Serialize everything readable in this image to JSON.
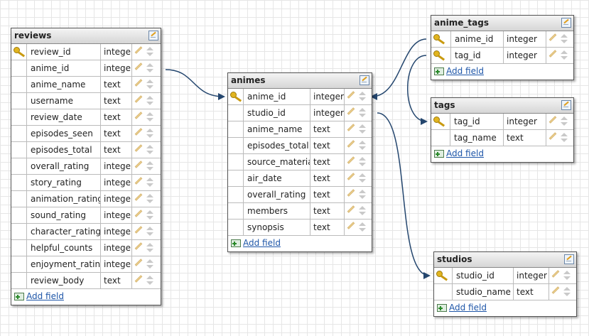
{
  "tables": {
    "reviews": {
      "title": "reviews",
      "add_label": "Add field",
      "fields": [
        {
          "name": "review_id",
          "type": "integer",
          "pk": true
        },
        {
          "name": "anime_id",
          "type": "integer",
          "pk": false
        },
        {
          "name": "anime_name",
          "type": "text",
          "pk": false
        },
        {
          "name": "username",
          "type": "text",
          "pk": false
        },
        {
          "name": "review_date",
          "type": "text",
          "pk": false
        },
        {
          "name": "episodes_seen",
          "type": "text",
          "pk": false
        },
        {
          "name": "episodes_total",
          "type": "text",
          "pk": false
        },
        {
          "name": "overall_rating",
          "type": "integer",
          "pk": false
        },
        {
          "name": "story_rating",
          "type": "integer",
          "pk": false
        },
        {
          "name": "animation_rating",
          "type": "integer",
          "pk": false
        },
        {
          "name": "sound_rating",
          "type": "integer",
          "pk": false
        },
        {
          "name": "character_rating",
          "type": "integer",
          "pk": false
        },
        {
          "name": "helpful_counts",
          "type": "integer",
          "pk": false
        },
        {
          "name": "enjoyment_rating",
          "type": "integer",
          "pk": false
        },
        {
          "name": "review_body",
          "type": "text",
          "pk": false
        }
      ]
    },
    "animes": {
      "title": "animes",
      "add_label": "Add field",
      "fields": [
        {
          "name": "anime_id",
          "type": "integer",
          "pk": true
        },
        {
          "name": "studio_id",
          "type": "integer",
          "pk": false
        },
        {
          "name": "anime_name",
          "type": "text",
          "pk": false
        },
        {
          "name": "episodes_total",
          "type": "text",
          "pk": false
        },
        {
          "name": "source_material",
          "type": "text",
          "pk": false
        },
        {
          "name": "air_date",
          "type": "text",
          "pk": false
        },
        {
          "name": "overall_rating",
          "type": "text",
          "pk": false
        },
        {
          "name": "members",
          "type": "text",
          "pk": false
        },
        {
          "name": "synopsis",
          "type": "text",
          "pk": false
        }
      ]
    },
    "anime_tags": {
      "title": "anime_tags",
      "add_label": "Add field",
      "fields": [
        {
          "name": "anime_id",
          "type": "integer",
          "pk": true
        },
        {
          "name": "tag_id",
          "type": "integer",
          "pk": true
        }
      ]
    },
    "tags": {
      "title": "tags",
      "add_label": "Add field",
      "fields": [
        {
          "name": "tag_id",
          "type": "integer",
          "pk": true
        },
        {
          "name": "tag_name",
          "type": "text",
          "pk": false
        }
      ]
    },
    "studios": {
      "title": "studios",
      "add_label": "Add field",
      "fields": [
        {
          "name": "studio_id",
          "type": "integer",
          "pk": true
        },
        {
          "name": "studio_name",
          "type": "text",
          "pk": false
        }
      ]
    }
  },
  "relationships": [
    {
      "from": "reviews.anime_id",
      "to": "animes.anime_id"
    },
    {
      "from": "anime_tags.anime_id",
      "to": "animes.anime_id"
    },
    {
      "from": "anime_tags.tag_id",
      "to": "tags.tag_id"
    },
    {
      "from": "animes.studio_id",
      "to": "studios.studio_id"
    }
  ],
  "colors": {
    "link": "#24466e",
    "link_text": "#1e56a8",
    "key": "#e2b51f"
  }
}
